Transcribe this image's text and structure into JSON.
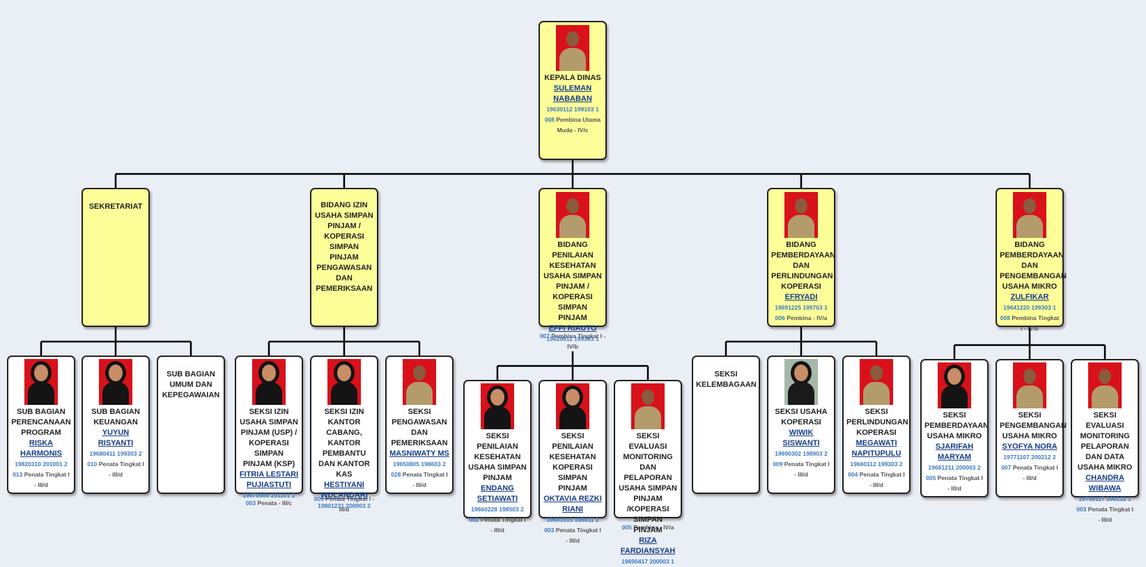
{
  "nodes": [
    {
      "id": "n0",
      "title": "KEPALA DINAS",
      "name": "SULEMAN NABABAN",
      "nip": "19630112 199103 1",
      "rank_code": "008",
      "rank": "Pembina Utama Muda - IV/c",
      "photo": "man"
    },
    {
      "id": "n1",
      "title": "SEKRETARIAT",
      "name": "",
      "nip": "",
      "rank_code": "",
      "rank": "",
      "photo": ""
    },
    {
      "id": "n2",
      "title": "BIDANG IZIN USAHA SIMPAN PINJAM / KOPERASI SIMPAN PINJAM PENGAWASAN DAN PEMERIKSAAN",
      "name": "",
      "nip": "",
      "rank_code": "",
      "rank": "",
      "photo": ""
    },
    {
      "id": "n3",
      "title": "BIDANG PENILAIAN KESEHATAN USAHA SIMPAN PINJAM / KOPERASI SIMPAN PINJAM",
      "name": "EFFI RIAUTO",
      "nip": "19620611 199303 1",
      "rank_code": "007",
      "rank": "Pembina Tingkat I - IV/b",
      "photo": "man"
    },
    {
      "id": "n4",
      "title": "BIDANG PEMBERDAYAAN DAN PERLINDUNGAN KOPERASI",
      "name": "EFRYADI",
      "nip": "19691225 199703 1",
      "rank_code": "006",
      "rank": "Pembina - IV/a",
      "photo": "man"
    },
    {
      "id": "n5",
      "title": "BIDANG PEMBERDAYAAN DAN PENGEMBANGAN USAHA MIKRO",
      "name": "ZULFIKAR",
      "nip": "19641220 199303 1",
      "rank_code": "008",
      "rank": "Pembina Tingkat I - IV/b",
      "photo": "man"
    },
    {
      "id": "n6",
      "title": "SUB BAGIAN PERENCANAAN PROGRAM",
      "name": "RISKA HARMONIS",
      "nip": "19820310 201001 2",
      "rank_code": "013",
      "rank": "Penata Tingkat I - III/d",
      "photo": "hijab"
    },
    {
      "id": "n7",
      "title": "SUB BAGIAN KEUANGAN",
      "name": "YUYUN RISYANTI",
      "nip": "19680411 199303 2",
      "rank_code": "010",
      "rank": "Penata Tingkat I - III/d",
      "photo": "hijab"
    },
    {
      "id": "n8",
      "title": "SUB BAGIAN UMUM DAN KEPEGAWAIAN",
      "name": "",
      "nip": "",
      "rank_code": "",
      "rank": "",
      "photo": ""
    },
    {
      "id": "n9",
      "title": "SEKSI IZIN USAHA SIMPAN PINJAM (USP) / KOPERASI SIMPAN PINJAM (KSP)",
      "name": "FITRIA LESTARI PUJIASTUTI",
      "nip": "19870908 201101 2",
      "rank_code": "003",
      "rank": "Penata - III/c",
      "photo": "hijab"
    },
    {
      "id": "n10",
      "title": "SEKSI IZIN KANTOR CABANG, KANTOR PEMBANTU DAN KANTOR KAS",
      "name": "HESTIYANI WULANDARI",
      "nip": "19801231 200903 2",
      "rank_code": "005",
      "rank": "Penata Tingkat I - III/d",
      "photo": "hijab"
    },
    {
      "id": "n11",
      "title": "SEKSI PENGAWASAN DAN PEMERIKSAAN",
      "name": "MASNIWATY MS",
      "nip": "19650805 198603 2",
      "rank_code": "028",
      "rank": "Penata Tingkat I - III/d",
      "photo": "woman"
    },
    {
      "id": "n12",
      "title": "SEKSI PENILAIAN KESEHATAN USAHA SIMPAN PINJAM",
      "name": "ENDANG SETIAWATI",
      "nip": "19660228 198503 2",
      "rank_code": "002",
      "rank": "Penata Tingkat I - III/d",
      "photo": "hijab"
    },
    {
      "id": "n13",
      "title": "SEKSI PENILAIAN KESEHATAN KOPERASI SIMPAN PINJAM",
      "name": "OKTAVIA REZKI RIANI",
      "nip": "19681015 198811 2",
      "rank_code": "003",
      "rank": "Penata Tingkat I - III/d",
      "photo": "hijab"
    },
    {
      "id": "n14",
      "title": "SEKSI EVALUASI MONITORING DAN PELAPORAN USAHA SIMPAN PINJAM /KOPERASI SIMPAN PINJAM",
      "name": "RIZA FARDIANSYAH",
      "nip": "19690417 200003 1",
      "rank_code": "005",
      "rank": "Pembina - IV/a",
      "photo": "man"
    },
    {
      "id": "n15",
      "title": "SEKSI KELEMBAGAAN",
      "name": "",
      "nip": "",
      "rank_code": "",
      "rank": "",
      "photo": ""
    },
    {
      "id": "n16",
      "title": "SEKSI USAHA KOPERASI",
      "name": "WIWIK SISWANTI",
      "nip": "19690302 198903 2",
      "rank_code": "009",
      "rank": "Penata Tingkat I - III/d",
      "photo": "green"
    },
    {
      "id": "n17",
      "title": "SEKSI PERLINDUNGAN KOPERASI",
      "name": "MEGAWATI NAPITUPULU",
      "nip": "19660112 199303 2",
      "rank_code": "004",
      "rank": "Penata Tingkat I - III/d",
      "photo": "woman"
    },
    {
      "id": "n18",
      "title": "SEKSI PEMBERDAYAAN USAHA MIKRO",
      "name": "SJARIFAH MARYAM",
      "nip": "19661211 200003 2",
      "rank_code": "005",
      "rank": "Penata Tingkat I - III/d",
      "photo": "hijab"
    },
    {
      "id": "n19",
      "title": "SEKSI PENGEMBANGAN USAHA MIKRO",
      "name": "SYOFYA NORA",
      "nip": "19771107 200212 2",
      "rank_code": "007",
      "rank": "Penata Tingkat I - III/d",
      "photo": "woman"
    },
    {
      "id": "n20",
      "title": "SEKSI EVALUASI MONITORING PELAPORAN DAN DATA USAHA MIKRO",
      "name": "CHANDRA WIBAWA",
      "nip": "19750117 200212 1",
      "rank_code": "003",
      "rank": "Penata Tingkat I - III/d",
      "photo": "man"
    }
  ],
  "colors": {
    "yellow_box": "#fefe99",
    "white_box": "#ffffff",
    "name_link": "#133c87",
    "nip_text": "#3a78c0",
    "background": "#eaeef5"
  }
}
